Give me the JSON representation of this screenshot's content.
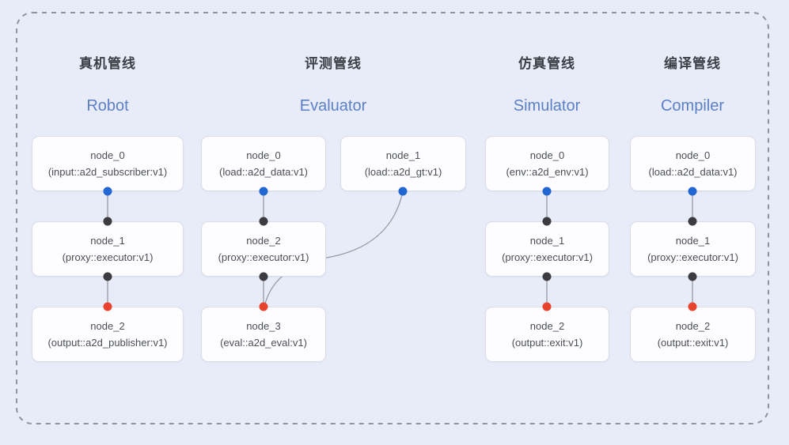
{
  "diagram": {
    "pipelines": [
      {
        "id": "robot",
        "title_zh": "真机管线",
        "title_en": "Robot",
        "nodes": [
          {
            "name": "node_0",
            "type": "(input::a2d_subscriber:v1)"
          },
          {
            "name": "node_1",
            "type": "(proxy::executor:v1)"
          },
          {
            "name": "node_2",
            "type": "(output::a2d_publisher:v1)"
          }
        ]
      },
      {
        "id": "evaluator",
        "title_zh": "评测管线",
        "title_en": "Evaluator",
        "nodes": [
          {
            "name": "node_0",
            "type": "(load::a2d_data:v1)"
          },
          {
            "name": "node_1",
            "type": "(load::a2d_gt:v1)"
          },
          {
            "name": "node_2",
            "type": "(proxy::executor:v1)"
          },
          {
            "name": "node_3",
            "type": "(eval::a2d_eval:v1)"
          }
        ]
      },
      {
        "id": "simulator",
        "title_zh": "仿真管线",
        "title_en": "Simulator",
        "nodes": [
          {
            "name": "node_0",
            "type": "(env::a2d_env:v1)"
          },
          {
            "name": "node_1",
            "type": "(proxy::executor:v1)"
          },
          {
            "name": "node_2",
            "type": "(output::exit:v1)"
          }
        ]
      },
      {
        "id": "compiler",
        "title_zh": "编译管线",
        "title_en": "Compiler",
        "nodes": [
          {
            "name": "node_0",
            "type": "(load::a2d_data:v1)"
          },
          {
            "name": "node_1",
            "type": "(proxy::executor:v1)"
          },
          {
            "name": "node_2",
            "type": "(output::exit:v1)"
          }
        ]
      }
    ],
    "colors": {
      "background": "#e8ecf8",
      "card_bg": "#fdfdff",
      "card_border": "#d9dde8",
      "card_text": "#4a4e55",
      "title_zh": "#3b3f46",
      "title_en": "#5c80c7",
      "edge": "#959aa5",
      "dot_blue": "#2166d2",
      "dot_black": "#3c3c40",
      "dot_red": "#e8432e",
      "dashed_border": "#8e939d"
    }
  }
}
